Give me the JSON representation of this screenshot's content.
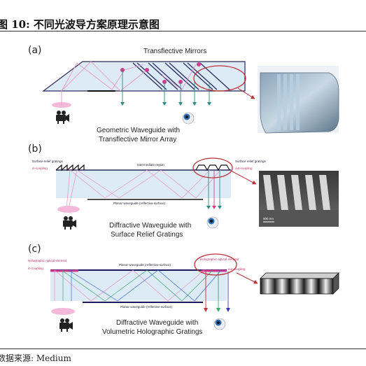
{
  "figure": {
    "title": "图 10:  不同光波导方案原理示意图",
    "source": "数据来源:  Medium"
  },
  "panels": {
    "a": {
      "label": "(a)",
      "mirrors_label": "Transflective Mirrors",
      "caption_line1": "Geometric Waveguide with",
      "caption_line2": "Transflective Mirror Array"
    },
    "b": {
      "label": "(b)",
      "left_grating": "Surface relief gratings",
      "left_coupling": "in-coupling",
      "intermediate": "Intermediate region",
      "right_grating": "Surface relief gratings",
      "right_coupling": "out-coupling",
      "planar": "Planar waveguide (reflective surface)",
      "scale_bar": "500 nm",
      "caption_line1": "Diffractive Waveguide with",
      "caption_line2": "Surface Relief Gratings"
    },
    "c": {
      "label": "(c)",
      "left_element": "Holographic optical element",
      "left_coupling": "in-coupling",
      "planar_top": "Planar waveguide (reflective surface)",
      "right_element": "Holographic optical element",
      "right_coupling": "out-coupling",
      "planar_bottom": "Planar waveguide (reflective surface)",
      "caption_line1": "Diffractive Waveguide with",
      "caption_line2": "Volumetric Holographic Gratings"
    }
  },
  "colors": {
    "waveguide_fill": "#dcebf6",
    "waveguide_edge": "#2a2a5a",
    "ray_magenta": "#d43a8e",
    "ray_pink": "#e890c0",
    "ray_green": "#3aa86a",
    "ray_blue": "#3a6ad0",
    "ray_teal": "#2a8a8a",
    "highlight_ellipse": "#c0303a"
  }
}
